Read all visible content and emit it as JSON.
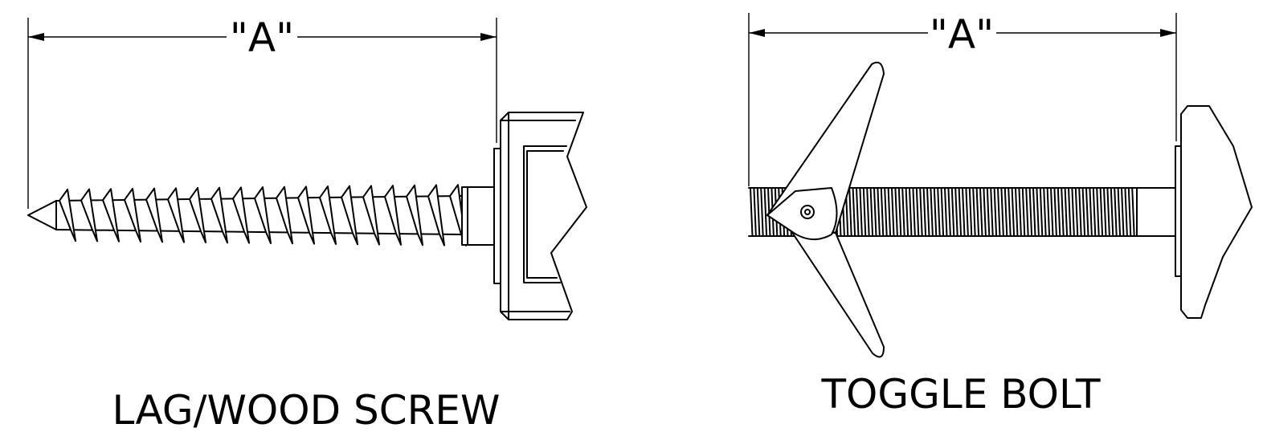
{
  "figures": {
    "lag_screw": {
      "dimension_label": "\"A\"",
      "caption": "LAG/WOOD SCREW"
    },
    "toggle_bolt": {
      "dimension_label": "\"A\"",
      "caption": "TOGGLE BOLT"
    }
  }
}
